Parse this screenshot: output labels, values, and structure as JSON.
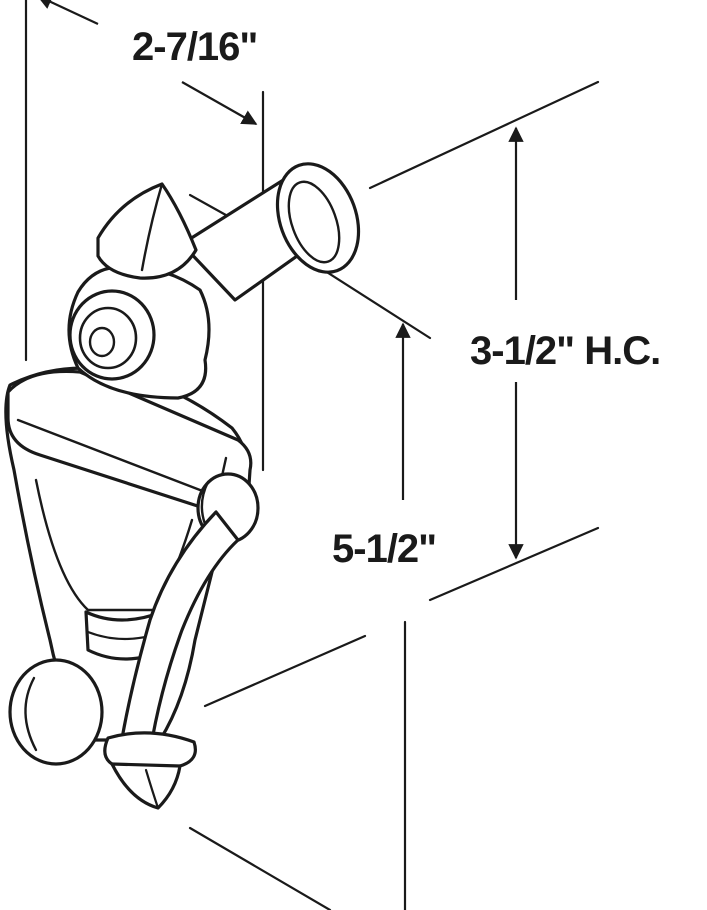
{
  "diagram": {
    "dimensions": {
      "width_label": "2-7/16\"",
      "hole_center_label": "3-1/2\" H.C.",
      "height_label": "5-1/2\""
    },
    "colors": {
      "ink": "#1a1a1a",
      "background": "#ffffff"
    }
  }
}
